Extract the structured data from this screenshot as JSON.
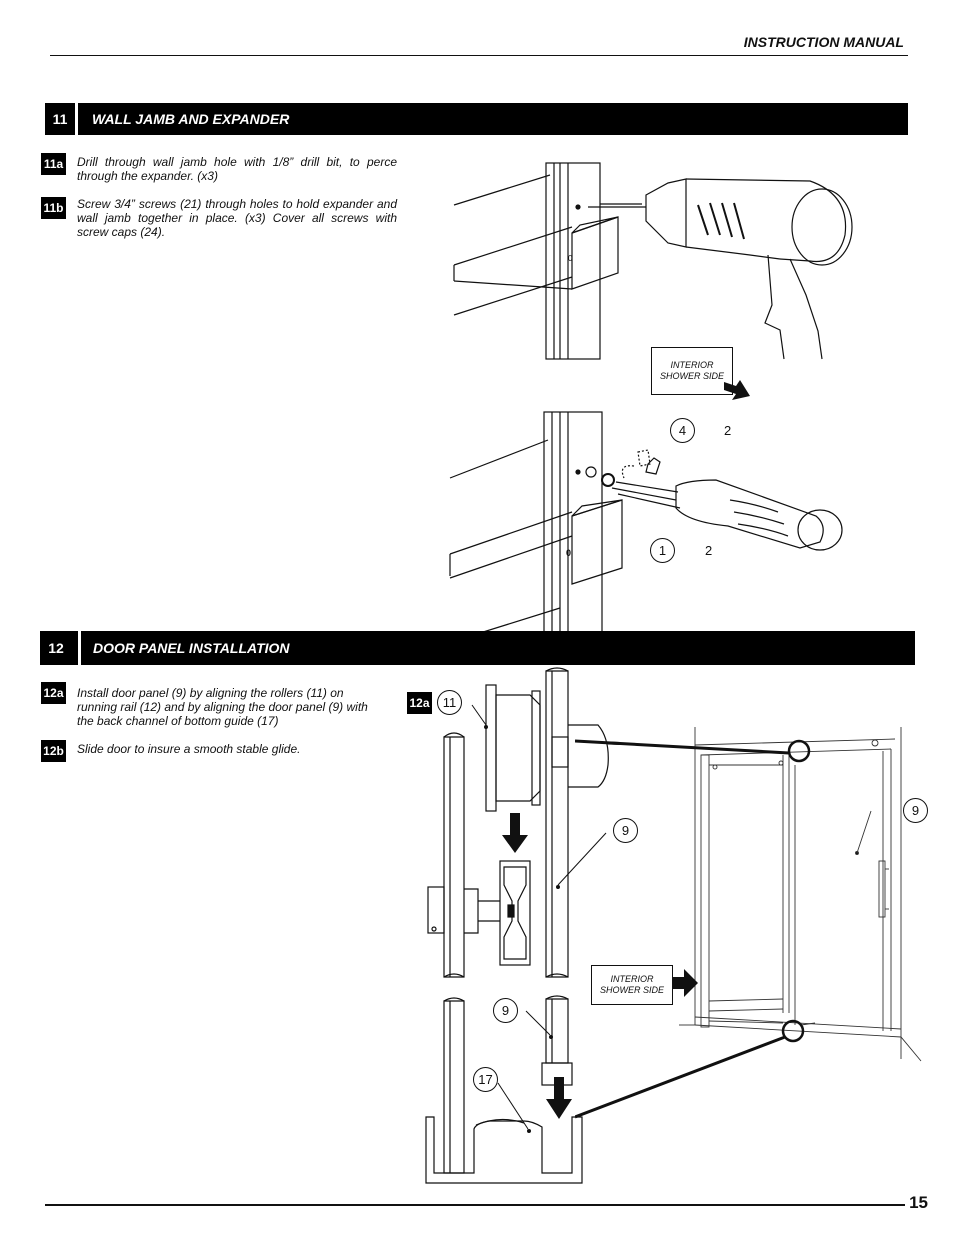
{
  "header": {
    "title": "INSTRUCTION MANUAL"
  },
  "section11": {
    "number": "11",
    "title": "WALL JAMB AND EXPANDER",
    "steps": [
      {
        "id": "11a",
        "text": "Drill through wall jamb hole with 1/8” drill bit, to perce through the expander. (x3)"
      },
      {
        "id": "11b",
        "text": "Screw 3/4” screws (21) through holes to hold expander and wall jamb together in place. (x3) Cover all screws with screw caps (24)."
      }
    ],
    "note": "INTERIOR\nSHOWER SIDE",
    "callouts": [
      {
        "label": "4",
        "qty": "2"
      },
      {
        "label": "1",
        "qty": "2"
      }
    ]
  },
  "section12": {
    "number": "12",
    "title": "DOOR PANEL INSTALLATION",
    "steps": [
      {
        "id": "12a",
        "text": "Install door panel (9) by aligning the rollers (11) on running rail (12) and by aligning the door panel (9) with the back channel of bottom guide (17)"
      },
      {
        "id": "12b",
        "text": "Slide door to insure a smooth stable glide."
      }
    ],
    "diagram_label": "12a",
    "note": "INTERIOR\nSHOWER SIDE",
    "callouts": [
      "11",
      "9",
      "9",
      "9",
      "17"
    ]
  },
  "footer": {
    "page_number": "15"
  }
}
